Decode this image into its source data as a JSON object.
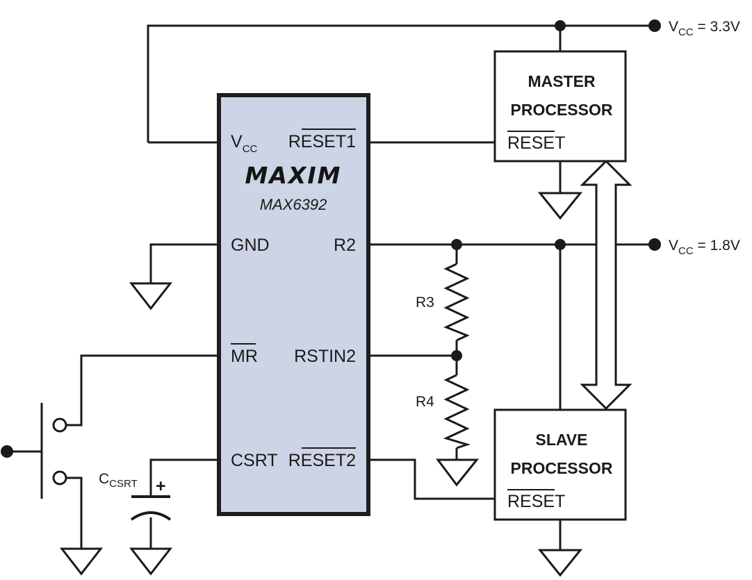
{
  "chip": {
    "logo": "MAXIM",
    "part": "MAX6392",
    "colors": {
      "fill": "#cdd4e6",
      "border": "#1e1e1e"
    },
    "pins_left": {
      "vcc_main": "V",
      "vcc_sub": "CC",
      "gnd": "GND",
      "mr": "MR",
      "csrt": "CSRT"
    },
    "pins_right": {
      "reset1": "RESET1",
      "r2": "R2",
      "rstin2": "RSTIN2",
      "reset2": "RESET2"
    }
  },
  "master": {
    "line1": "MASTER",
    "line2": "PROCESSOR",
    "pin": "RESET"
  },
  "slave": {
    "line1": "SLAVE",
    "line2": "PROCESSOR",
    "pin": "RESET"
  },
  "rails": {
    "v33": {
      "main": "V",
      "sub": "CC",
      "value": " = 3.3V"
    },
    "v18": {
      "main": "V",
      "sub": "CC",
      "value": " = 1.8V"
    }
  },
  "resistors": {
    "r3": "R3",
    "r4": "R4"
  },
  "capacitor": {
    "main": "C",
    "sub": "CSRT",
    "polarity": "+"
  },
  "icons": [
    "ground-icon",
    "pushbutton-switch-icon",
    "capacitor-icon",
    "resistor-icon",
    "bidirectional-arrow-icon"
  ]
}
